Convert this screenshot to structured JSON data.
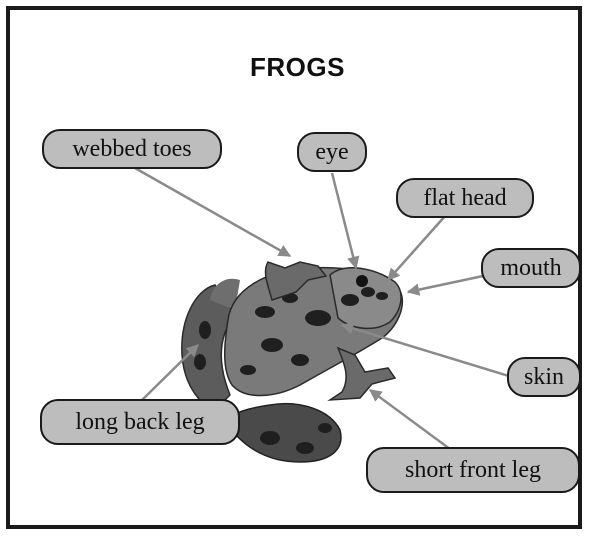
{
  "diagram": {
    "title": "FROGS",
    "labels": {
      "webbed_toes": "webbed toes",
      "eye": "eye",
      "flat_head": "flat head",
      "mouth": "mouth",
      "skin": "skin",
      "long_back_leg": "long back leg",
      "short_front_leg": "short front leg"
    }
  }
}
